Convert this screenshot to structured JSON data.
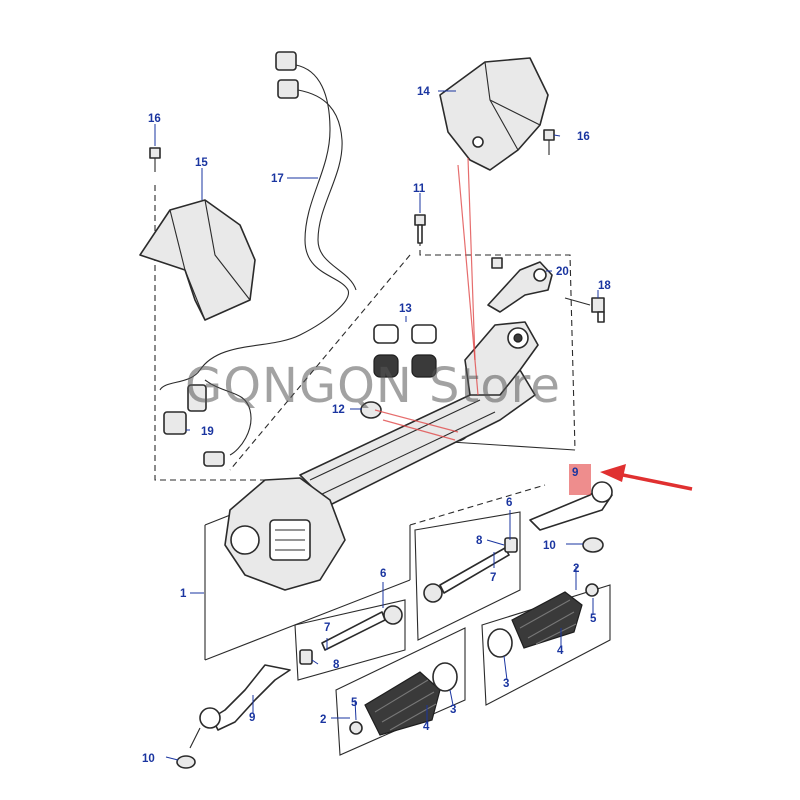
{
  "watermark": "GQNGQN Store",
  "labels": {
    "l1": "1",
    "l2a": "2",
    "l2b": "2",
    "l3a": "3",
    "l3b": "3",
    "l4a": "4",
    "l4b": "4",
    "l5a": "5",
    "l5b": "5",
    "l6a": "6",
    "l6b": "6",
    "l7a": "7",
    "l7b": "7",
    "l8a": "8",
    "l8b": "8",
    "l9a": "9",
    "l9b": "9",
    "l10a": "10",
    "l10b": "10",
    "l11": "11",
    "l12": "12",
    "l13": "13",
    "l14": "14",
    "l15": "15",
    "l16a": "16",
    "l16b": "16",
    "l17": "17",
    "l18": "18",
    "l19": "19",
    "l20": "20"
  },
  "colors": {
    "callout": "#1a35a0",
    "highlight": "#e03030",
    "linework": "#2b2b2b"
  }
}
